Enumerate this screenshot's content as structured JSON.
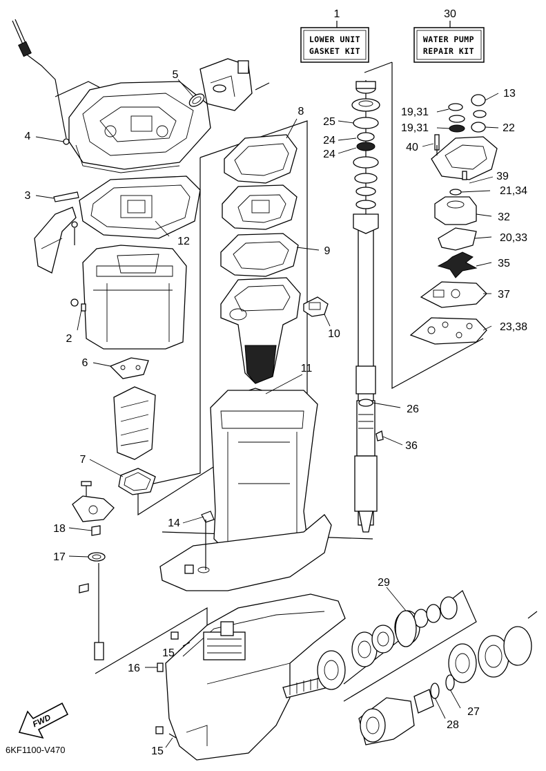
{
  "kits": [
    {
      "number": "1",
      "line1": "LOWER UNIT",
      "line2": "GASKET KIT"
    },
    {
      "number": "30",
      "line1": "WATER PUMP",
      "line2": "REPAIR KIT"
    }
  ],
  "callouts": [
    "2",
    "3",
    "4",
    "5",
    "6",
    "7",
    "8",
    "9",
    "10",
    "11",
    "12",
    "13",
    "14",
    "15",
    "15",
    "16",
    "17",
    "18",
    "19,31",
    "19,31",
    "20,33",
    "21,34",
    "22",
    "23,38",
    "24",
    "24",
    "25",
    "26",
    "27",
    "28",
    "29",
    "32",
    "35",
    "36",
    "37",
    "39",
    "40"
  ],
  "drawing_code": "6KF1100-V470",
  "fwd_label": "FWD"
}
